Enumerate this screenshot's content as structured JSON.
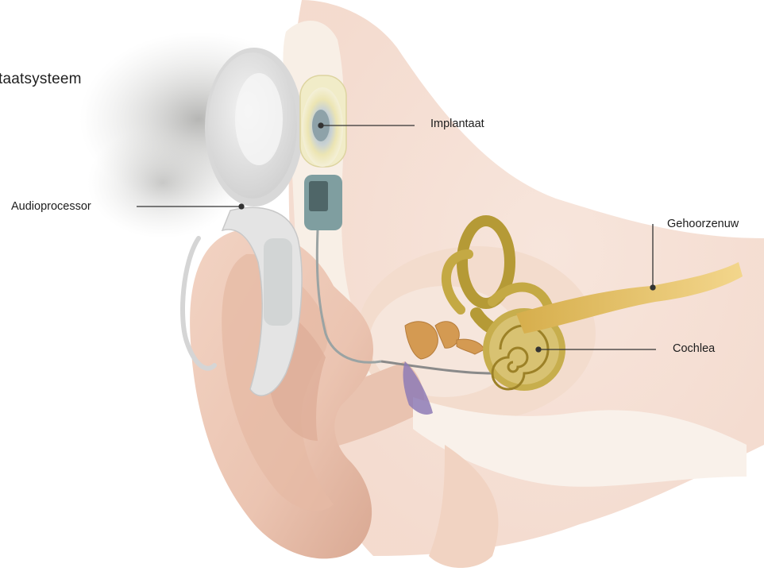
{
  "title": "taatsysteem",
  "labels": {
    "implant": "Implantaat",
    "audio_processor": "Audioprocessor",
    "auditory_nerve": "Gehoorzenuw",
    "cochlea": "Cochlea"
  },
  "colors": {
    "skin": "#f4d9cc",
    "skin_shadow": "#e6bba8",
    "bone": "#f7eee6",
    "hair": "#9a9a98",
    "device": "#e6e6e6",
    "implant_coil": "#e3d98c",
    "implant_magnet": "#8fa4ad",
    "electronics": "#7f9ea0",
    "ossicles": "#d49a52",
    "cochlea": "#b59a36",
    "nerve": "#e9c36a",
    "eardrum": "#8e7bb6",
    "leader_line": "#333333"
  }
}
